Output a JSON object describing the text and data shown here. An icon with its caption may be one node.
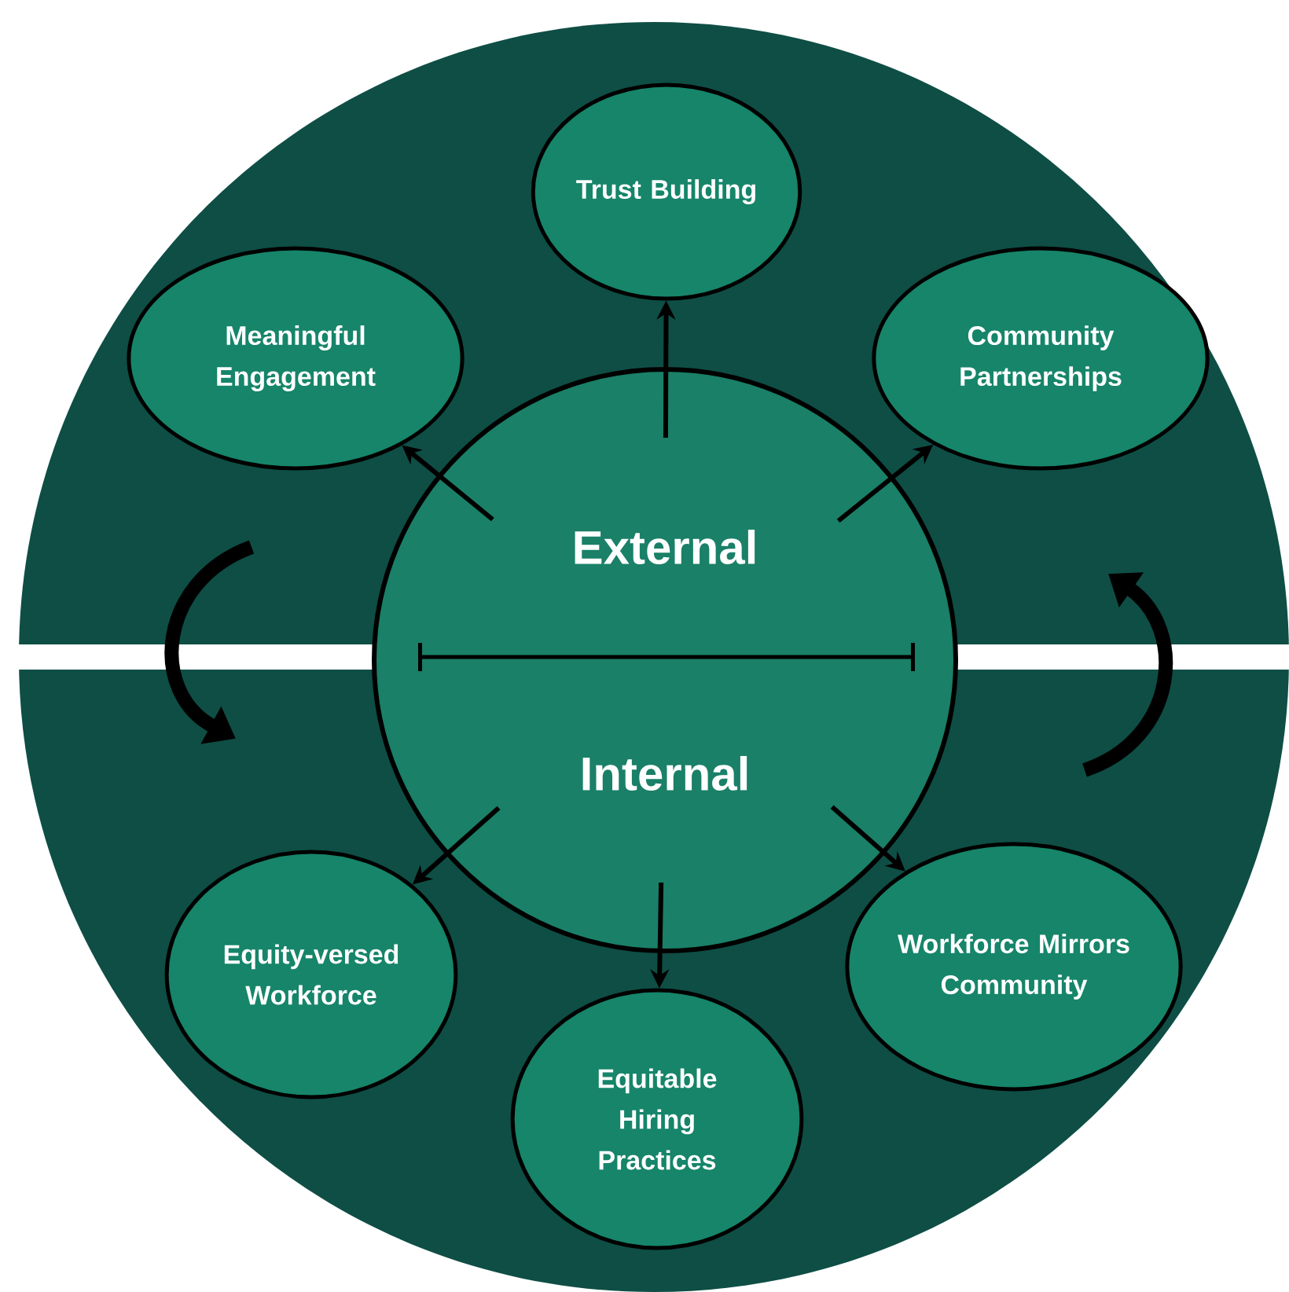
{
  "diagram": {
    "nodes": [
      {
        "text": [
          "External",
          "Internal"
        ]
      },
      {
        "text": [
          "Meaningful Engagement"
        ]
      },
      {
        "text": [
          "Trust Building"
        ]
      },
      {
        "text": [
          "Community Partnerships"
        ]
      },
      {
        "text": [
          "Equity-versed Workforce"
        ]
      },
      {
        "text": [
          "Equitable Hiring Practices"
        ]
      },
      {
        "text": [
          "Workforce Mirrors Community"
        ]
      }
    ],
    "edges": [
      {
        "from": 0,
        "to": 1,
        "arrow": "to"
      },
      {
        "from": 0,
        "to": 2,
        "arrow": "to"
      },
      {
        "from": 0,
        "to": 3,
        "arrow": "to"
      },
      {
        "from": 0,
        "to": 4,
        "arrow": "to"
      },
      {
        "from": 0,
        "to": 5,
        "arrow": "to"
      },
      {
        "from": 0,
        "to": 6,
        "arrow": "to"
      }
    ]
  }
}
